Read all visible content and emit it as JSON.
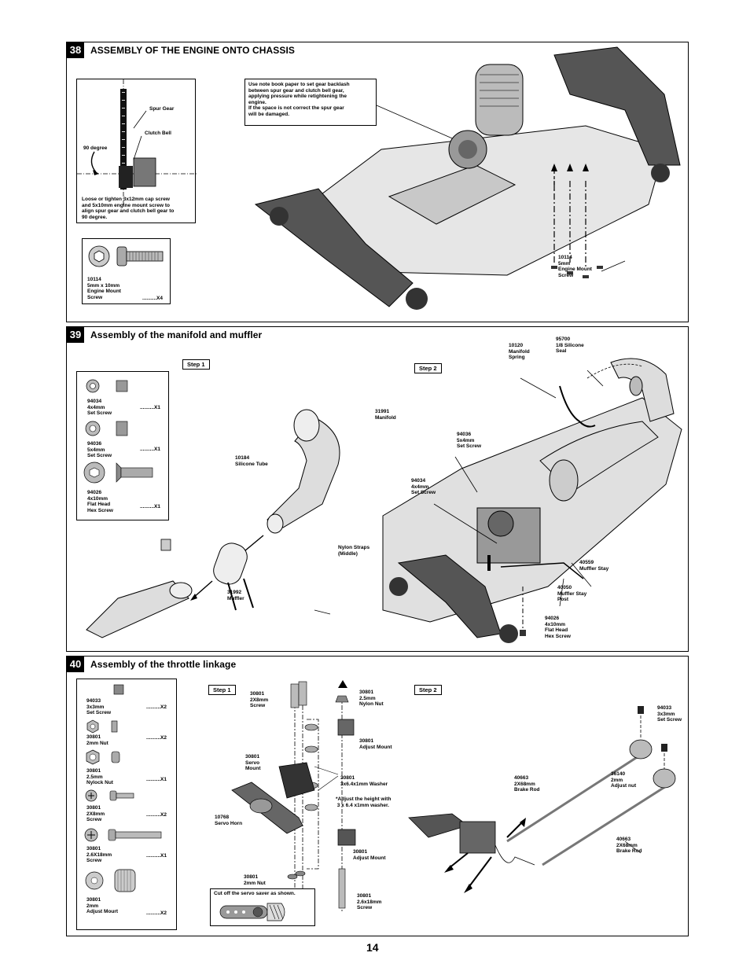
{
  "page_number": "14",
  "section38": {
    "number": "38",
    "title": "ASSEMBLY OF THE ENGINE ONTO CHASSIS",
    "gear_box": {
      "spur_gear": "Spur Gear",
      "clutch_bell": "Clutch Bell",
      "degree": "90 degree",
      "instruction": "Loose or tighten 3x12mm cap screw\nand 5x10mm engine mount screw to\nalign spur gear and clutch bell gear to\n90 degree."
    },
    "part_box": {
      "label": "10114\n5mm x 10mm\nEngine Mount\nScrew",
      "qty": "..........X4"
    },
    "note": "Use note book paper to set gear backlash\nbetween spur gear and clutch bell gear,\napplying pressure while retightening the\nengine.\nIf the space is not correct the spur gear\nwill be damaged.",
    "callout_screw": "10114\n5mm\nEngine Mount\nScrew"
  },
  "section39": {
    "number": "39",
    "title": "Assembly of the manifold and muffler",
    "step1": "Step 1",
    "step2": "Step 2",
    "parts": [
      {
        "label": "94034\n4x4mm\nSet Screw",
        "qty": "..........X1"
      },
      {
        "label": "94036\n5x4mm\nSet Screw",
        "qty": "..........X1"
      },
      {
        "label": "94026\n4x10mm\nFlat Head\nHex Screw",
        "qty": "..........X1"
      }
    ],
    "callouts": {
      "manifold": "31991\nManifold",
      "silicone_tube": "10184\nSilicone Tube",
      "nylon_straps": "Nylon Straps\n(Middle)",
      "muffler": "31992\nMuffler",
      "manifold_spring": "10120\nManifold\nSpring",
      "seal": "95700\n1/8 Silicone\nSeal",
      "set_screw_5x4": "94036\n5x4mm\nSet Screw",
      "set_screw_4x4": "94034\n4x4mm\nSet Screw",
      "muffler_stay": "40559\nMuffler Stay",
      "muffler_stay_post": "40050\nMuffler Stay\nPost",
      "flat_head": "94026\n4x10mm\nFlat Head\nHex Screw"
    }
  },
  "section40": {
    "number": "40",
    "title": "Assembly of the throttle linkage",
    "step1": "Step 1",
    "step2": "Step 2",
    "parts": [
      {
        "label": "94033\n3x3mm\nSet Screw",
        "qty": "..........X2"
      },
      {
        "label": "30801\n2mm Nut",
        "qty": "..........X2"
      },
      {
        "label": "30801\n2.5mm\nNylock Nut",
        "qty": "..........X1"
      },
      {
        "label": "30801\n2X8mm\nScrew",
        "qty": "..........X2"
      },
      {
        "label": "30801\n2.6X18mm\nScrew",
        "qty": "..........X1"
      },
      {
        "label": "30801\n2mm\nAdjust Mourt",
        "qty": "..........X2"
      }
    ],
    "callouts": {
      "screw_2x8": "30801\n2X8mm\nScrew",
      "nylon_nut": "30801\n2.5mm\nNylon Nut",
      "adjust_mount_top": "30801\nAdjust Mount",
      "servo_mount": "30801\nServo\nMount",
      "washer": "30801\n3x6.4x1mm Washer",
      "adjust_note": "*Adjust the height with\n 3 x 6.4 x1mm washer.",
      "servo_horn": "10768\nServo Horn",
      "adjust_mount_bottom": "30801\nAdjust Mount",
      "nut_2mm": "30801\n2mm Nut",
      "cut_note": "Cut off the servo saver as shown.",
      "screw_2_6x18": "30801\n2.6x18mm\nScrew",
      "set_screw_3x3": "94033\n3x3mm\nSet Screw",
      "brake_rod_1": "40663\n2X68mm\nBrake Rod",
      "adjust_nut": "36140\n2mm\nAdjust nut",
      "brake_rod_2": "40663\n2X68mm\nBrake Rod"
    }
  }
}
